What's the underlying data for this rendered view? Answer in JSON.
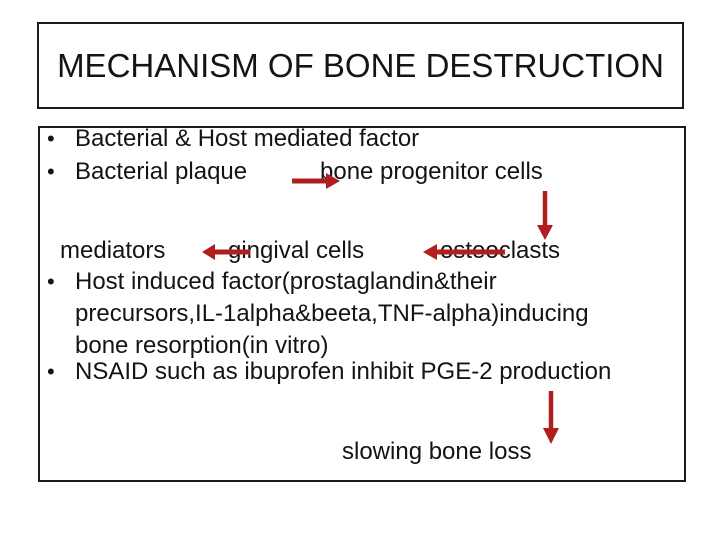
{
  "slide": {
    "title": "MECHANISM OF BONE DESTRUCTION",
    "bullet_char": "•",
    "bullets": {
      "b1": "Bacterial & Host mediated factor",
      "b2_left": "Bacterial plaque",
      "b2_right": "bone progenitor cells",
      "flow": {
        "mediators": "mediators",
        "gingival_cells": "gingival cells",
        "osteoclasts": "osteoclasts"
      },
      "b3_lines": [
        "Host induced factor(prostaglandin&their",
        "precursors,IL-1alpha&beeta,TNF-alpha)inducing",
        "bone resorption(in vitro)"
      ],
      "b4": "NSAID such as ibuprofen inhibit PGE-2 production",
      "conclusion": "slowing bone loss"
    },
    "arrows": [
      {
        "name": "plaque-to-bone-progenitor",
        "direction": "right"
      },
      {
        "name": "bone-progenitor-to-osteoclasts",
        "direction": "down"
      },
      {
        "name": "gingival-to-mediators",
        "direction": "left"
      },
      {
        "name": "osteoclasts-to-gingival",
        "direction": "left"
      },
      {
        "name": "pge2-to-slowing-bone-loss",
        "direction": "down"
      }
    ],
    "colors": {
      "arrow": "#b01e1e",
      "text": "#141414",
      "border": "#1a1a1a",
      "background": "#ffffff"
    }
  }
}
